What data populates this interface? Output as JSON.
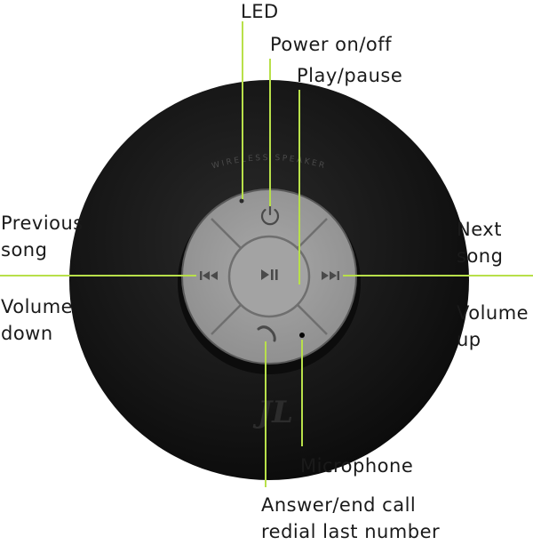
{
  "device": {
    "brand_text": "WIRELESS SPEAKER",
    "logo_text": "JL",
    "colors": {
      "body": "#151515",
      "button_face": "#9c9c9c",
      "button_face_center": "#a3a3a3",
      "button_edge": "#6f6f6f",
      "symbol": "#4a4a4a",
      "callout_line": "#b8e04a"
    }
  },
  "buttons": [
    {
      "id": "power",
      "icon": "power-icon"
    },
    {
      "id": "play-pause",
      "icon": "play-pause-icon"
    },
    {
      "id": "previous",
      "icon": "previous-icon"
    },
    {
      "id": "next",
      "icon": "next-icon"
    },
    {
      "id": "call",
      "icon": "phone-icon"
    },
    {
      "id": "led",
      "icon": "led-indicator"
    },
    {
      "id": "microphone",
      "icon": "microphone-hole"
    }
  ],
  "labels": {
    "led": "LED",
    "power": "Power on/off",
    "play_pause": "Play/pause",
    "previous_1": "Previous",
    "previous_2": "song",
    "volume_down_1": "Volume",
    "volume_down_2": "down",
    "next_1": "Next",
    "next_2": "song",
    "volume_up_1": "Volume",
    "volume_up_2": "up",
    "microphone": "Microphone",
    "answer_1": "Answer/end call",
    "answer_2": "redial last number"
  }
}
